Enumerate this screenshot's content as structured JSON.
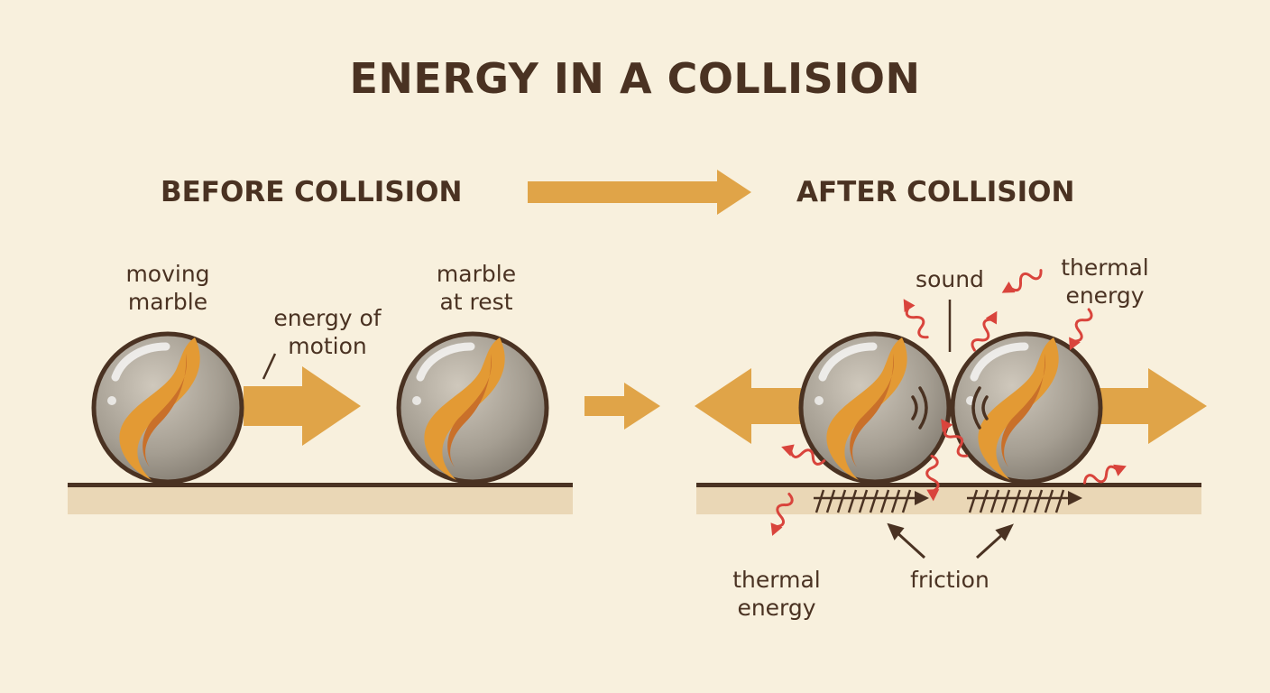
{
  "title": "ENERGY IN A COLLISION",
  "headings": {
    "before": "BEFORE COLLISION",
    "after": "AFTER COLLISION"
  },
  "labels": {
    "moving_marble": "moving\nmarble",
    "marble_at_rest": "marble\nat rest",
    "energy_of_motion": "energy of\nmotion",
    "sound": "sound",
    "thermal_energy_top": "thermal\nenergy",
    "thermal_energy_bottom": "thermal\nenergy",
    "friction": "friction"
  },
  "icons": [
    "marble",
    "motion-arrow",
    "transition-arrow",
    "sound-waves",
    "heat-squiggle",
    "friction-hatch"
  ],
  "colors": {
    "background": "#f8f0dd",
    "text": "#4a3222",
    "arrow": "#e0a448",
    "marble": "#a59e92",
    "swirl": "#e0952e",
    "heat": "#d9443c",
    "ground": "#ead7b6"
  }
}
